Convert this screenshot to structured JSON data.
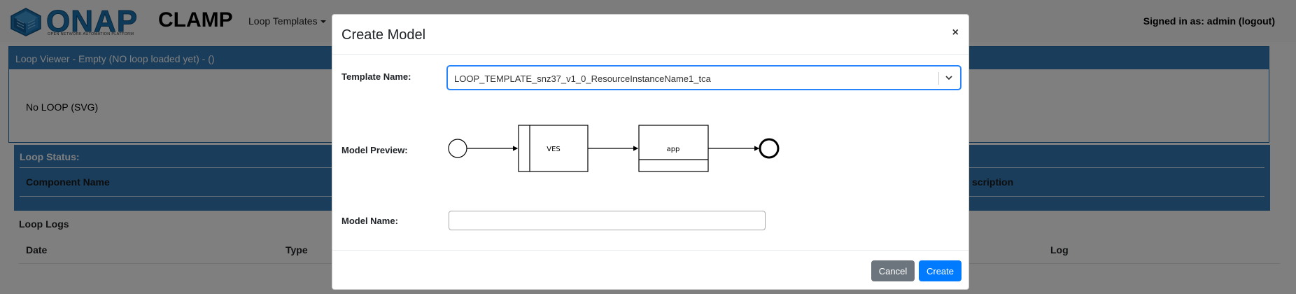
{
  "navbar": {
    "logo_word": "ONAP",
    "logo_subtitle": "OPEN NETWORK AUTOMATION PLATFORM",
    "app_name": "CLAMP",
    "menu": {
      "label": "Loop Templates"
    },
    "signed_in": "Signed in as: admin (logout)"
  },
  "loop_viewer": {
    "header": "Loop Viewer - Empty (NO loop loaded yet) - ()",
    "body": "No LOOP (SVG)"
  },
  "loop_status": {
    "title": "Loop Status:",
    "columns": [
      "Component Name",
      "scription"
    ]
  },
  "loop_logs": {
    "title": "Loop Logs",
    "columns": [
      "Date",
      "Type",
      "Log"
    ]
  },
  "modal": {
    "title": "Create Model",
    "close_glyph": "×",
    "template_label": "Template Name:",
    "template_value": "LOOP_TEMPLATE_snz37_v1_0_ResourceInstanceName1_tca",
    "preview_label": "Model Preview:",
    "preview_nodes": [
      "VES",
      "app"
    ],
    "name_label": "Model Name:",
    "name_value": "",
    "cancel_label": "Cancel",
    "create_label": "Create"
  },
  "colors": {
    "header_blue": "#337ab7",
    "primary": "#007bff",
    "secondary": "#6c757d",
    "focus_border": "#2684ff"
  }
}
